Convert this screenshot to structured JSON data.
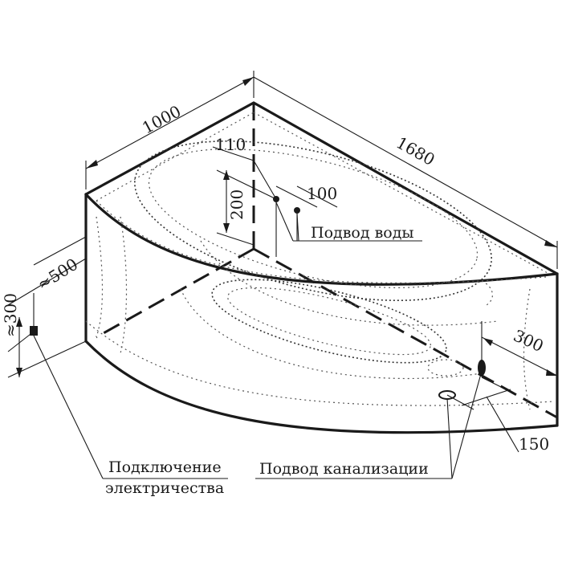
{
  "dimensions": {
    "width_short": "1000",
    "width_long": "1680",
    "offset_110": "110",
    "offset_100": "100",
    "height_200": "200",
    "depth_500": "≈500",
    "height_300": "≈300",
    "offset_300": "300",
    "offset_150": "150"
  },
  "callouts": {
    "water_supply": "Подвод воды",
    "electric_line1": "Подключение",
    "electric_line2": "электричества",
    "drain": "Подвод канализации"
  },
  "colors": {
    "ink": "#1a1a1a",
    "background": "#ffffff"
  }
}
